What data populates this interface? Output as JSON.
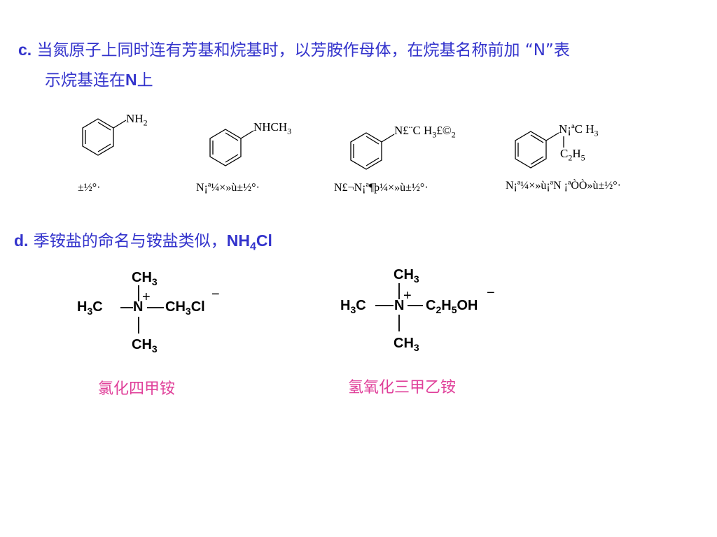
{
  "slide": {
    "point_c": {
      "label": "c.",
      "line1": "当氮原子上同时连有芳基和烷基时，以芳胺作母体，在烷基名称前加 “N”表",
      "line2_text": "示烷基连在",
      "line2_bold": "N",
      "line2_end": "上"
    },
    "structures_c": [
      {
        "sub_main": "NH",
        "sub_sub": "2",
        "caption": "±½°·"
      },
      {
        "sub_main": "NHCH",
        "sub_sub": "3",
        "caption": "N¡ª¼×»ù±½°·"
      },
      {
        "sub_main": "N£¨C H",
        "sub_sub": "3",
        "sub_tail": "£©",
        "sub_tail_sub": "2",
        "caption": "N£¬N¡ª¶þ¼×»ù±½°·"
      },
      {
        "sub_main": "N¡ªC  H",
        "sub_sub": "3",
        "sub_lower": "C",
        "sub_lower_sub1": "2",
        "sub_lower_mid": "H",
        "sub_lower_sub2": "5",
        "caption": "N¡ª¼×»ù¡ªN  ¡ªÒÒ»ù±½°·"
      }
    ],
    "point_d": {
      "label": "d.",
      "text": "季铵盐的命名与铵盐类似，",
      "formula": "NH",
      "formula_sub": "4",
      "formula_tail": "Cl"
    },
    "salts": [
      {
        "top": "CH",
        "top_sub": "3",
        "left": "H",
        "left_sub": "3",
        "left_tail": "C",
        "center": "N",
        "plus": "+",
        "right": "CH",
        "right_sub": "3",
        "right_tail": "Cl",
        "minus": "−",
        "bottom": "CH",
        "bottom_sub": "3",
        "name": "氯化四甲铵"
      },
      {
        "top": "CH",
        "top_sub": "3",
        "left": "H",
        "left_sub": "3",
        "left_tail": "C",
        "center": "N",
        "plus": "+",
        "right": "C",
        "right_sub": "2",
        "right_mid": "H",
        "right_sub2": "5",
        "right_tail": "OH",
        "minus": "−",
        "bottom": "CH",
        "bottom_sub": "3",
        "name": "氢氧化三甲乙铵"
      }
    ],
    "colors": {
      "heading": "#3333cc",
      "name": "#e0409a"
    }
  }
}
